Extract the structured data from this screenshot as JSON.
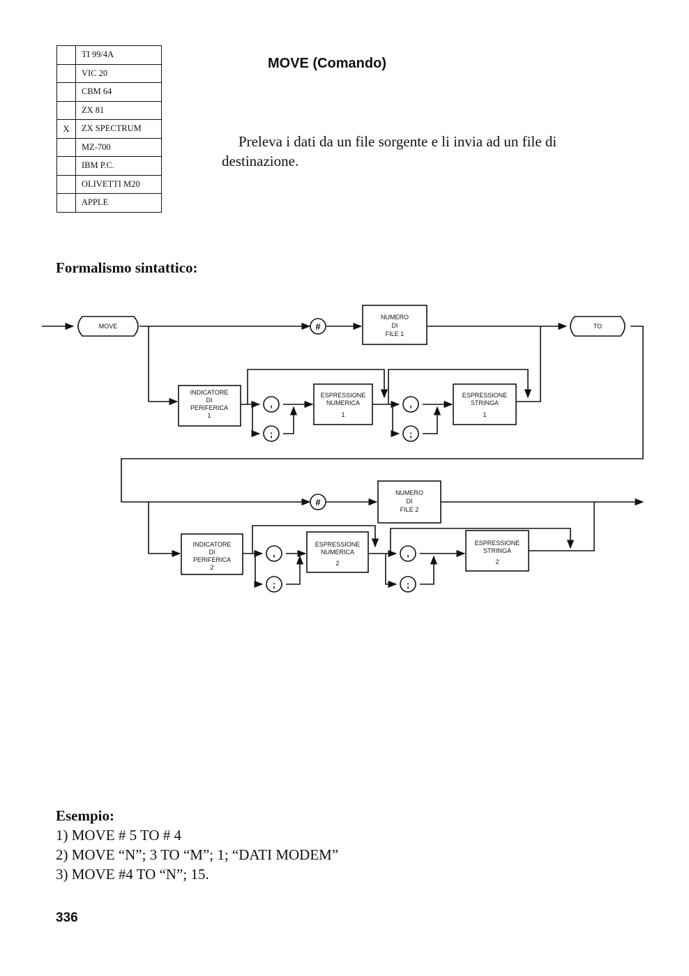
{
  "computers": [
    {
      "mark": "",
      "name": "TI 99/4A"
    },
    {
      "mark": "",
      "name": "VIC 20"
    },
    {
      "mark": "",
      "name": "CBM 64"
    },
    {
      "mark": "",
      "name": "ZX 81"
    },
    {
      "mark": "X",
      "name": "ZX SPECTRUM"
    },
    {
      "mark": "",
      "name": "MZ-700"
    },
    {
      "mark": "",
      "name": "IBM P.C."
    },
    {
      "mark": "",
      "name": "OLIVETTI M20"
    },
    {
      "mark": "",
      "name": "APPLE"
    }
  ],
  "title": "MOVE (Comando)",
  "description": "Preleva i dati da un file sorgente e li invia ad un file di destinazione.",
  "formalism_heading": "Formalismo sintattico:",
  "diagram": {
    "move": "MOVE",
    "to": "TO",
    "hash": "#",
    "comma": ",",
    "semicolon": ";",
    "numero1": [
      "NUMERO",
      "DI",
      "FILE 1"
    ],
    "numero2": [
      "NUMERO",
      "DI",
      "FILE 2"
    ],
    "ind1": [
      "INDICATORE",
      "DI",
      "PERIFERICA",
      "1"
    ],
    "ind2": [
      "INDICATORE",
      "DI",
      "PERIFERICA",
      "2"
    ],
    "num1": [
      "ESPRESSIONE",
      "NUMERICA",
      "1"
    ],
    "num2": [
      "ESPRESSIONE",
      "NUMERICA",
      "2"
    ],
    "str1": [
      "ESPRESSIONE",
      "STRINGA",
      "1"
    ],
    "str2": [
      "ESPRESSIONE",
      "STRINGA",
      "2"
    ]
  },
  "example": {
    "heading": "Esempio:",
    "lines": [
      "1) MOVE # 5 TO # 4",
      "2) MOVE “N”; 3 TO “M”; 1; “DATI MODEM”",
      "3) MOVE #4 TO “N”; 15."
    ]
  },
  "page_number": "336"
}
